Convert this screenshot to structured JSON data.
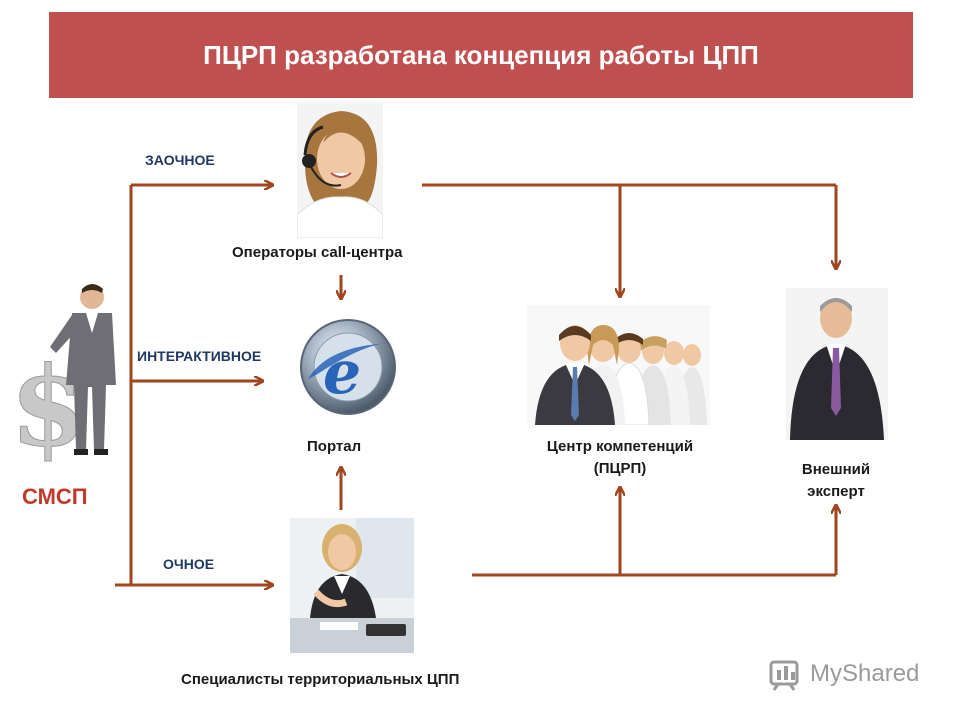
{
  "header": {
    "title": "ПЦРП разработана концепция работы ЦПП"
  },
  "channels": {
    "remote": "ЗАОЧНОЕ",
    "interactive": "ИНТЕРАКТИВНОЕ",
    "in_person": "ОЧНОЕ"
  },
  "nodes": {
    "smsp": "СМСП",
    "call_center": "Операторы call-центра",
    "portal": "Портал",
    "competence_center_line1": "Центр компетенций",
    "competence_center_line2": "(ПЦРП)",
    "external_expert_line1": "Внешний",
    "external_expert_line2": "эксперт",
    "specialists": "Специалисты территориальных ЦПП"
  },
  "watermark": {
    "text": "MyShared"
  },
  "colors": {
    "banner": "#c05050",
    "arrow": "#a0461e",
    "channel_text": "#1f3864",
    "smsp_text": "#c0392b"
  },
  "icons": [
    "call-center-operator-photo",
    "browser-e-globe-icon",
    "team-photo",
    "expert-photo",
    "businessman-dollar-photo",
    "office-specialist-photo",
    "myshared-logo-icon"
  ]
}
